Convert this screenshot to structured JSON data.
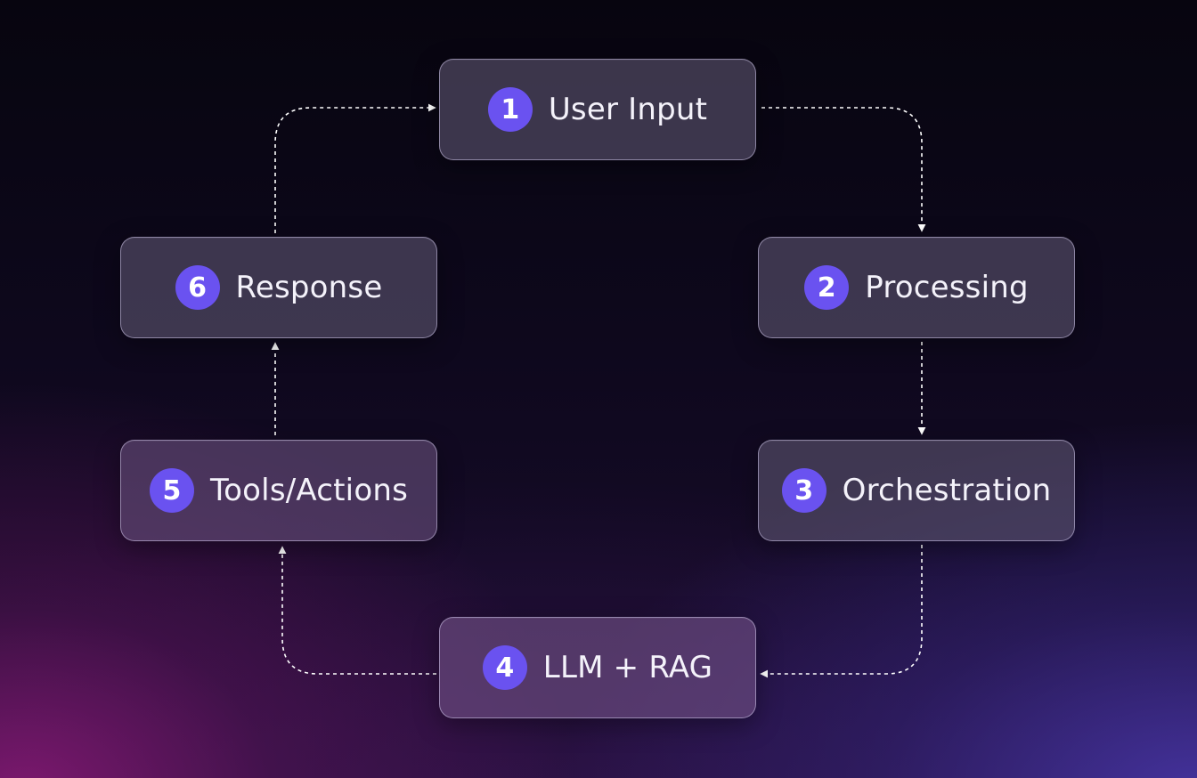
{
  "diagram": {
    "steps": [
      {
        "number": "1",
        "label": "User Input"
      },
      {
        "number": "2",
        "label": "Processing"
      },
      {
        "number": "3",
        "label": "Orchestration"
      },
      {
        "number": "4",
        "label": "LLM + RAG"
      },
      {
        "number": "5",
        "label": "Tools/Actions"
      },
      {
        "number": "6",
        "label": "Response"
      }
    ],
    "connections": [
      {
        "from": "1",
        "to": "2"
      },
      {
        "from": "2",
        "to": "3"
      },
      {
        "from": "3",
        "to": "4"
      },
      {
        "from": "4",
        "to": "5"
      },
      {
        "from": "5",
        "to": "6"
      },
      {
        "from": "6",
        "to": "1"
      }
    ],
    "colors": {
      "badge": "#6a52f0",
      "connector": "#ffffff"
    }
  }
}
